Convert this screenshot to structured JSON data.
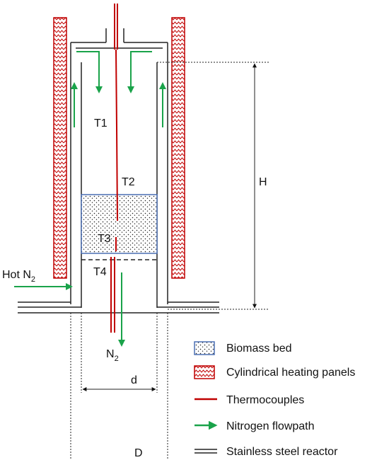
{
  "labels": {
    "t1": "T1",
    "t2": "T2",
    "t3": "T3",
    "t4": "T4",
    "hot_n2": "Hot N",
    "hot_n2_sub": "2",
    "n2_out": "N",
    "n2_out_sub": "2",
    "H": "H",
    "d": "d",
    "D": "D"
  },
  "legend": [
    {
      "key": "biomass",
      "label": "Biomass bed"
    },
    {
      "key": "heating",
      "label": "Cylindrical heating panels"
    },
    {
      "key": "thermo",
      "label": "Thermocouples"
    },
    {
      "key": "nitrogen",
      "label": "Nitrogen flowpath"
    },
    {
      "key": "steel",
      "label": "Stainless steel reactor"
    }
  ],
  "colors": {
    "thermocouple": "#c00000",
    "nitrogen": "#1aa34a",
    "bed_border": "#4a6fb3",
    "heater_border": "#c00000",
    "steel": "#222222"
  }
}
